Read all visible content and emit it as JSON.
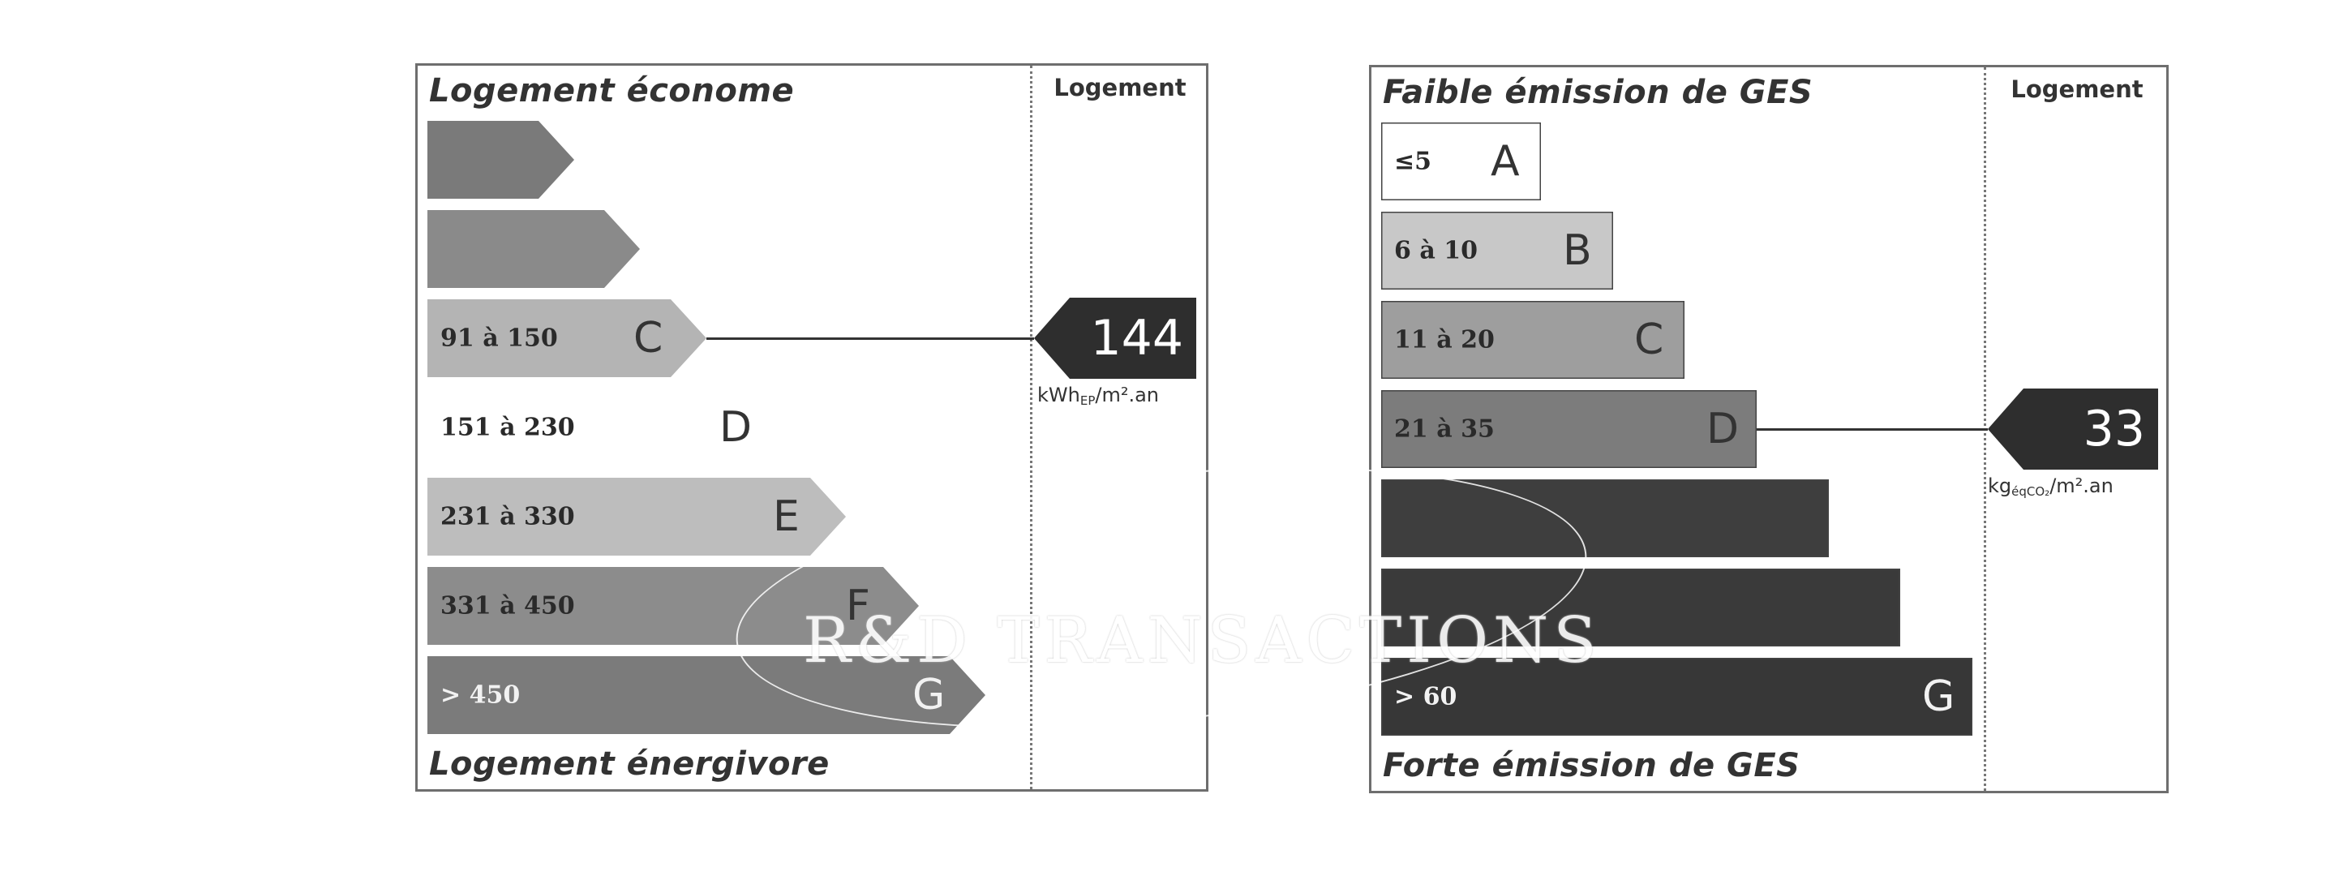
{
  "energy": {
    "top_label": "Logement économe",
    "bottom_label": "Logement énergivore",
    "column_header": "Logement",
    "value": "144",
    "unit_main": "kWh",
    "unit_sub": "EP",
    "unit_tail": "/m².an",
    "current_class": "C",
    "classes": [
      {
        "letter": "",
        "range": "",
        "color": "#7a7a7a",
        "fraction": 0.2
      },
      {
        "letter": "",
        "range": "",
        "color": "#8a8a8a",
        "fraction": 0.29
      },
      {
        "letter": "C",
        "range": "91 à 150",
        "color": "#b4b4b4",
        "fraction": 0.38
      },
      {
        "letter": "D",
        "range": "151 à 230",
        "color": "#ffffff",
        "fraction": 0.48
      },
      {
        "letter": "E",
        "range": "231 à 330",
        "color": "#bdbdbd",
        "fraction": 0.57
      },
      {
        "letter": "F",
        "range": "331 à 450",
        "color": "#8c8c8c",
        "fraction": 0.67
      },
      {
        "letter": "G",
        "range": "> 450",
        "color": "#7b7b7b",
        "fraction": 0.76
      }
    ]
  },
  "ges": {
    "top_label": "Faible émission de GES",
    "bottom_label": "Forte émission de GES",
    "column_header": "Logement",
    "value": "33",
    "unit_main": "kg",
    "unit_sub": "éqCO₂",
    "unit_tail": "/m².an",
    "current_class": "D",
    "classes": [
      {
        "letter": "A",
        "range": "≤5",
        "color": "#ffffff",
        "fraction": 0.2
      },
      {
        "letter": "B",
        "range": "6 à 10",
        "color": "#c8c8c8",
        "fraction": 0.29
      },
      {
        "letter": "C",
        "range": "11 à 20",
        "color": "#9e9e9e",
        "fraction": 0.38
      },
      {
        "letter": "D",
        "range": "21 à 35",
        "color": "#7c7c7c",
        "fraction": 0.47
      },
      {
        "letter": "",
        "range": "",
        "color": "#3e3e3e",
        "fraction": 0.56
      },
      {
        "letter": "",
        "range": "",
        "color": "#3a3a3a",
        "fraction": 0.65
      },
      {
        "letter": "G",
        "range": "> 60",
        "color": "#373737",
        "fraction": 0.74
      }
    ]
  },
  "watermark": "R&D TRANSACTIONS"
}
